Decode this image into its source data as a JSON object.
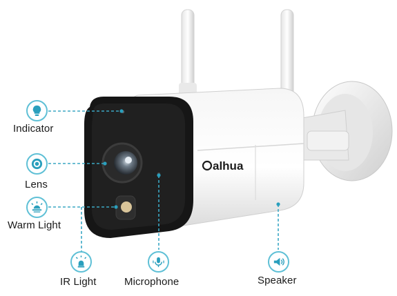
{
  "brand": {
    "logo_text": "alhua"
  },
  "accent_color": "#2a9fbd",
  "callouts": [
    {
      "id": "indicator",
      "label": "Indicator",
      "icon": "bulb-icon"
    },
    {
      "id": "lens",
      "label": "Lens",
      "icon": "lens-icon"
    },
    {
      "id": "warm-light",
      "label": "Warm Light",
      "icon": "warm-light-icon"
    },
    {
      "id": "ir-light",
      "label": "IR Light",
      "icon": "ir-light-icon"
    },
    {
      "id": "microphone",
      "label": "Microphone",
      "icon": "microphone-icon"
    },
    {
      "id": "speaker",
      "label": "Speaker",
      "icon": "speaker-icon"
    }
  ]
}
